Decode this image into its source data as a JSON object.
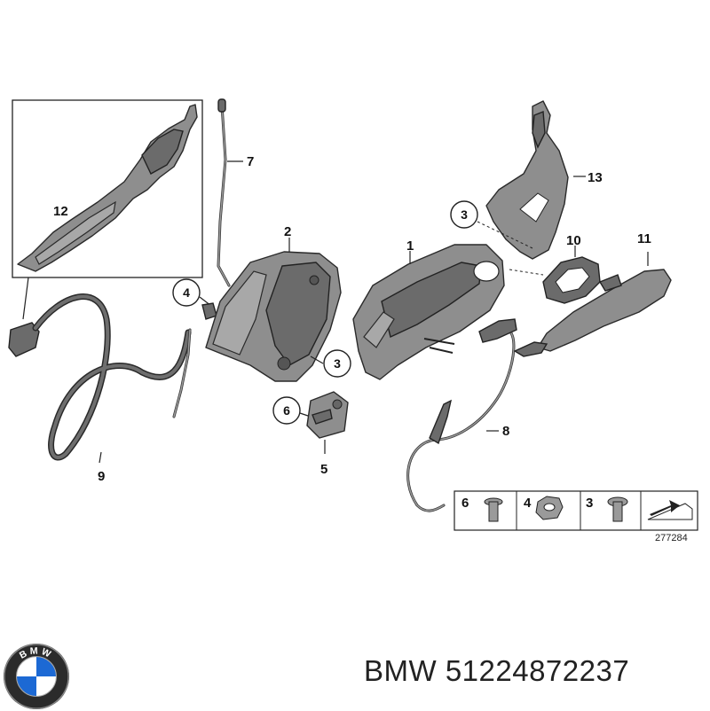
{
  "callouts": {
    "p1": "1",
    "p2": "2",
    "p3a": "3",
    "p3b": "3",
    "p4": "4",
    "p5": "5",
    "p6": "6",
    "p7": "7",
    "p8": "8",
    "p9": "9",
    "p10": "10",
    "p11": "11",
    "p12": "12",
    "p13": "13"
  },
  "hardware_table": {
    "cells": [
      "6",
      "4",
      "3"
    ]
  },
  "diagram_ref": "277284",
  "logo": {
    "text": "BMW"
  },
  "footer": {
    "brand_label": "BMW 51224872237"
  },
  "colors": {
    "parts": "#8e8e8e",
    "outline": "#2a2a2a",
    "logo_blue": "#1c69d4"
  }
}
